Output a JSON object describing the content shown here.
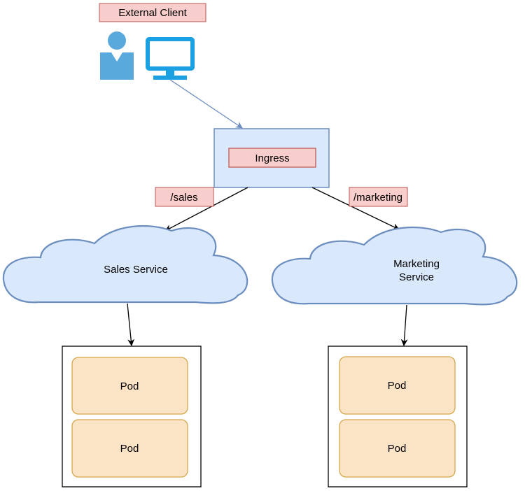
{
  "client": {
    "label": "External Client",
    "user_icon": "user-icon",
    "monitor_icon": "monitor-icon"
  },
  "ingress": {
    "label": "Ingress"
  },
  "routes": {
    "sales_path": "/sales",
    "marketing_path": "/marketing"
  },
  "services": {
    "sales": {
      "line1": "Sales Service"
    },
    "marketing": {
      "line1": "Marketing",
      "line2": "Service"
    }
  },
  "pods": {
    "sales": [
      "Pod",
      "Pod"
    ],
    "marketing": [
      "Pod",
      "Pod"
    ]
  },
  "colors": {
    "label_fill": "#f8cecc",
    "label_stroke": "#b85450",
    "ingress_fill": "#dae8fc",
    "ingress_stroke": "#6c8ebf",
    "icon_blue": "#1ba1e2",
    "user_blue": "#5aa9dc",
    "pod_fill": "#fbe3c5",
    "pod_stroke": "#d6a84c",
    "arrow": "#000000",
    "client_arrow": "#6c8ebf"
  }
}
